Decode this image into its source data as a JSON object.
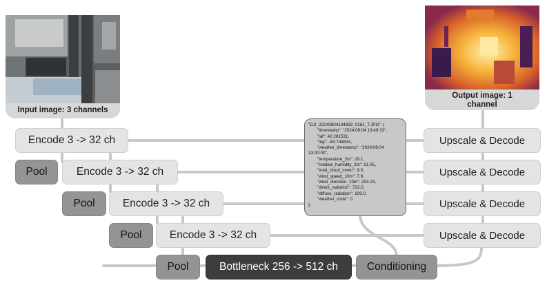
{
  "input_image": {
    "caption": "Input image: 3 channels",
    "image_icon": "aerial-rooftop-photo"
  },
  "output_image": {
    "caption_line1": "Output image: 1",
    "caption_line2": "channel",
    "image_icon": "thermal-heatmap-image"
  },
  "encoders": [
    "Encode 3 -> 32 ch",
    "Encode 3 -> 32 ch",
    "Encode 3 -> 32 ch",
    "Encode 3 -> 32 ch"
  ],
  "pools": [
    "Pool",
    "Pool",
    "Pool",
    "Pool"
  ],
  "decoders": [
    "Upscale & Decode",
    "Upscale & Decode",
    "Upscale & Decode",
    "Upscale & Decode"
  ],
  "bottleneck": "Bottleneck 256 -> 512 ch",
  "conditioning": "Conditioning",
  "metadata_lines": [
    "\"DJI_20240804134933_0161_T.JPG\": {",
    "\"timestamp\": \"2024:08:04 13:49:33\",",
    "\"lat\": 42.281531,",
    "\"lng\": -83.748834,",
    "\"weather_timestamp\": \"2024:08:04",
    "13:00:00\",",
    "\"temperature_2m\": 29.1,",
    "\"relative_humidity_2m\": 51.05,",
    "\"total_cloud_cover\": 9.0,",
    "\"wind_speed_10m\": 7.9,",
    "\"wind_direction_10m\": 204.23,",
    "\"direct_radiation\": 732.0,",
    "\"diffuse_radiation\": 109.0,",
    "\"weather_code\": 0",
    "},"
  ],
  "colors": {
    "light_box": "#e4e4e4",
    "pool_box": "#949494",
    "bottleneck_box": "#3d3d3d",
    "connector": "#c8c8c8",
    "metadata_box": "#c8c8c8"
  }
}
